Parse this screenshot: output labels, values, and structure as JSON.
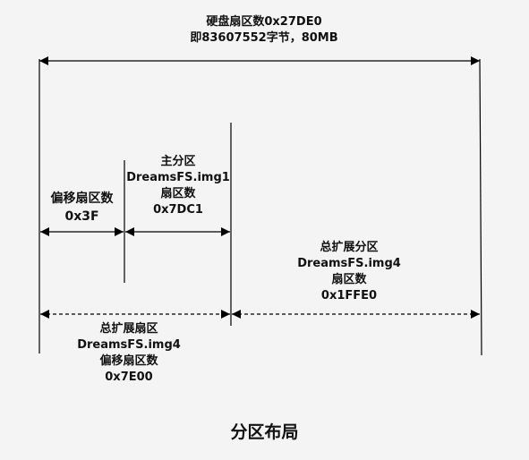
{
  "disk": {
    "line1": "硬盘扇区数0x27DE0",
    "line2": "即83607552字节，80MB"
  },
  "offset": {
    "line1": "偏移扇区数",
    "line2": "0x3F"
  },
  "primary": {
    "line1": "主分区",
    "line2": "DreamsFS.img1",
    "line3": "扇区数",
    "line4": "0x7DC1"
  },
  "extended_partition": {
    "line1": "总扩展分区",
    "line2": "DreamsFS.img4",
    "line3": "扇区数",
    "line4": "0x1FFE0"
  },
  "extended_offset": {
    "line1": "总扩展扇区",
    "line2": "DreamsFS.img4",
    "line3": "偏移扇区数",
    "line4": "0x7E00"
  },
  "caption": "分区布局",
  "colors": {
    "line": "#000000",
    "background": "#f4f4f4"
  }
}
